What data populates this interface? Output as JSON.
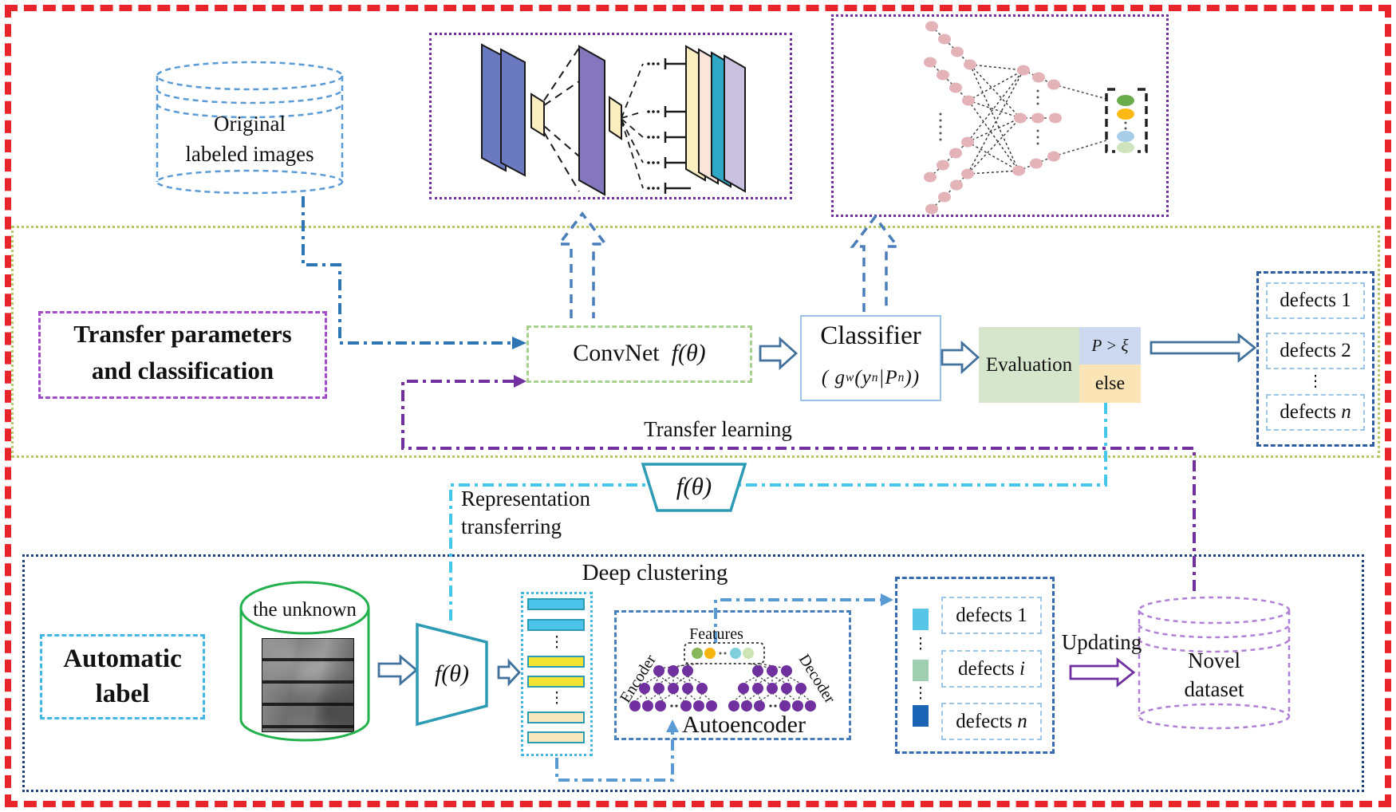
{
  "misc": {
    "dots_v": "⋮",
    "dots_h": "…"
  },
  "top": {
    "source_db": {
      "line1": "Original",
      "line2": "labeled images"
    }
  },
  "middle": {
    "section_label": {
      "line1": "Transfer parameters",
      "line2": "and classification"
    },
    "convnet": {
      "name": "ConvNet",
      "fn": "f(θ)"
    },
    "classifier": {
      "title": "Classifier",
      "formula": {
        "open": "(",
        "g": "g",
        "w": "w",
        "lp": "(",
        "y": "y",
        "n1": "n",
        "bar": "|",
        "P": "P",
        "n2": "n",
        "close": "))"
      }
    },
    "evaluation": {
      "label": "Evaluation",
      "cond_top": "P > ξ",
      "cond_bottom": "else"
    },
    "defects_top": [
      {
        "label": "defects",
        "var": "1"
      },
      {
        "label": "defects",
        "var": "2"
      },
      {
        "label": "defects",
        "var": "n"
      }
    ],
    "transfer_learning_label": "Transfer  learning",
    "ftheta": "f(θ)",
    "representation": {
      "line1": "Representation",
      "line2": "transferring"
    }
  },
  "bottom": {
    "section_label": {
      "line1": "Automatic",
      "line2": "label"
    },
    "unknown_db": "the unknown",
    "ftheta": "f(θ)",
    "deep_clustering": "Deep clustering",
    "autoencoder": {
      "features": "Features",
      "encoder": "Encoder",
      "decoder": "Decoder",
      "title": "Autoencoder"
    },
    "defects_bottom": [
      {
        "label": "defects",
        "var": "1"
      },
      {
        "label": "defects",
        "var": "i"
      },
      {
        "label": "defects",
        "var": "n"
      }
    ],
    "updating": "Updating",
    "novel_db": {
      "line1": "Novel",
      "line2": "dataset"
    }
  }
}
